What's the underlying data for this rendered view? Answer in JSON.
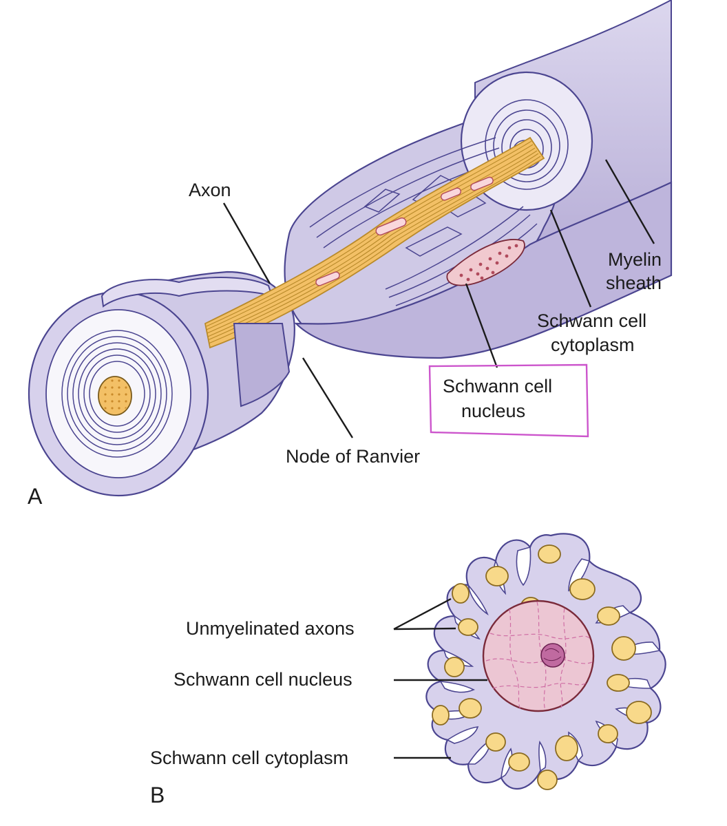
{
  "figure": {
    "panel_a": {
      "letter": "A",
      "labels": {
        "axon": "Axon",
        "myelin_line1": "Myelin",
        "myelin_line2": "sheath",
        "cytoplasm_line1": "Schwann cell",
        "cytoplasm_line2": "cytoplasm",
        "nucleus_line1": "Schwann cell",
        "nucleus_line2": "nucleus",
        "node": "Node of Ranvier"
      }
    },
    "panel_b": {
      "letter": "B",
      "labels": {
        "unmyelinated": "Unmyelinated axons",
        "nucleus": "Schwann cell nucleus",
        "cytoplasm": "Schwann cell cytoplasm"
      }
    },
    "colors": {
      "membrane": "#cfc9e6",
      "membrane_dark": "#b6aed6",
      "outline": "#4b4590",
      "axon": "#f3c066",
      "axon_line": "#b98a2a",
      "nucleus_fill": "#f1c9cf",
      "nucleus_dots": "#b04a5c",
      "highlight_box": "#cc55cc"
    }
  }
}
